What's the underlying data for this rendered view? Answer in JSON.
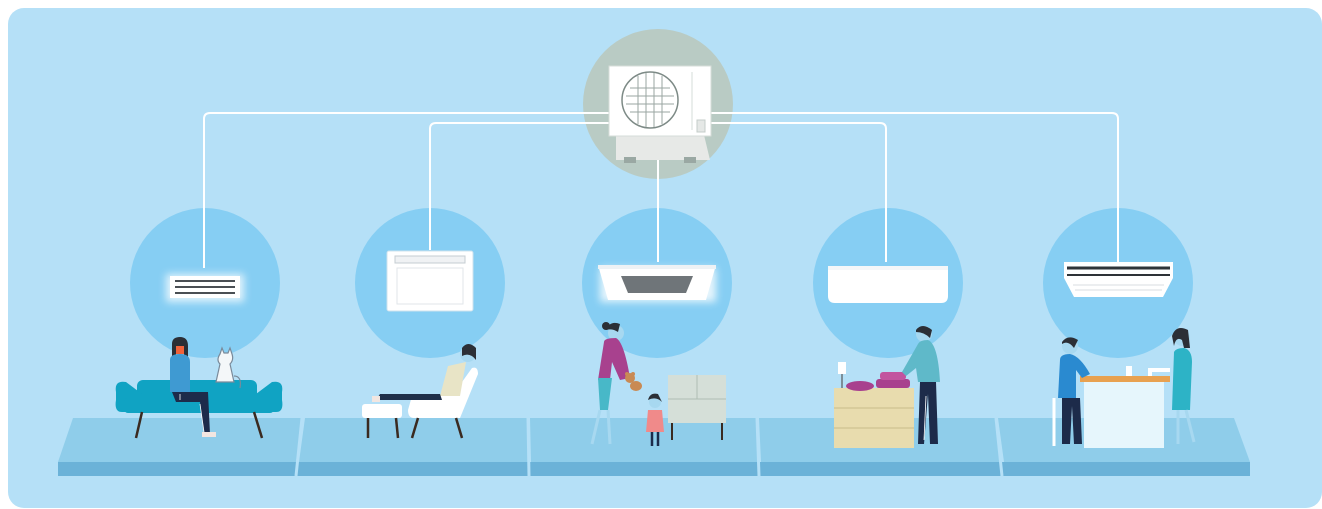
{
  "colors": {
    "background": "#b5e0f7",
    "room_circle": "#86cef3",
    "outdoor_circle": "#b9cbc4",
    "floor_top": "#8fcdea",
    "floor_front": "#6bb2d8",
    "pipe": "#ffffff",
    "unit": "#ffffff",
    "sofa": "#10a3c3",
    "skin": "#a7d8f0"
  },
  "outdoor_unit": {
    "icon": "outdoor-condenser-unit"
  },
  "rooms": [
    {
      "id": "living-room",
      "indoor_unit": "ducted-unit",
      "scene": "person-on-sofa-with-cat"
    },
    {
      "id": "lounge",
      "indoor_unit": "floor-standing-unit",
      "scene": "person-reclining-in-chair"
    },
    {
      "id": "play-room",
      "indoor_unit": "ceiling-cassette-unit",
      "scene": "parent-and-child-playing"
    },
    {
      "id": "bedroom",
      "indoor_unit": "wall-mounted-unit",
      "scene": "person-folding-laundry"
    },
    {
      "id": "kitchen",
      "indoor_unit": "ceiling-suspended-unit",
      "scene": "two-people-at-kitchen-counter"
    }
  ]
}
